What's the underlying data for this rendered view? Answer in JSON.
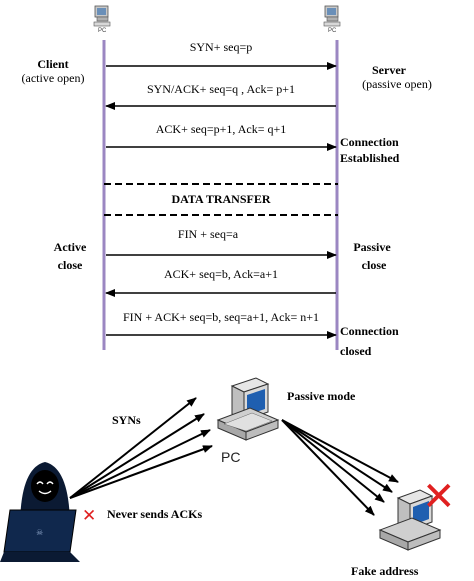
{
  "left_pc_label": "PC",
  "right_pc_label": "PC",
  "client_title": "Client",
  "client_sub": "(active open)",
  "server_title": "Server",
  "server_sub": "(passive open)",
  "messages": {
    "syn": "SYN+ seq=p",
    "syn_ack": "SYN/ACK+ seq=q , Ack= p+1",
    "ack": "ACK+ seq=p+1, Ack= q+1",
    "fin": "FIN + seq=a",
    "ack2": "ACK+ seq=b, Ack=a+1",
    "fin_ack": "FIN + ACK+ seq=b, seq=a+1, Ack= n+1"
  },
  "connection_established_line1": "Connection",
  "connection_established_line2": "Established",
  "data_transfer": "DATA TRANSFER",
  "active_close_line1": "Active",
  "active_close_line2": "close",
  "passive_close_line1": "Passive",
  "passive_close_line2": "close",
  "connection_closed_line1": "Connection",
  "connection_closed_line2": "closed",
  "attack": {
    "syns_label": "SYNs",
    "passive_mode_label": "Passive mode",
    "pc_label": "PC",
    "never_sends_acks": "Never sends ACKs",
    "fake_address": "Fake address"
  },
  "colors": {
    "timeline": "#9b87c2",
    "red_x": "#e02020"
  }
}
